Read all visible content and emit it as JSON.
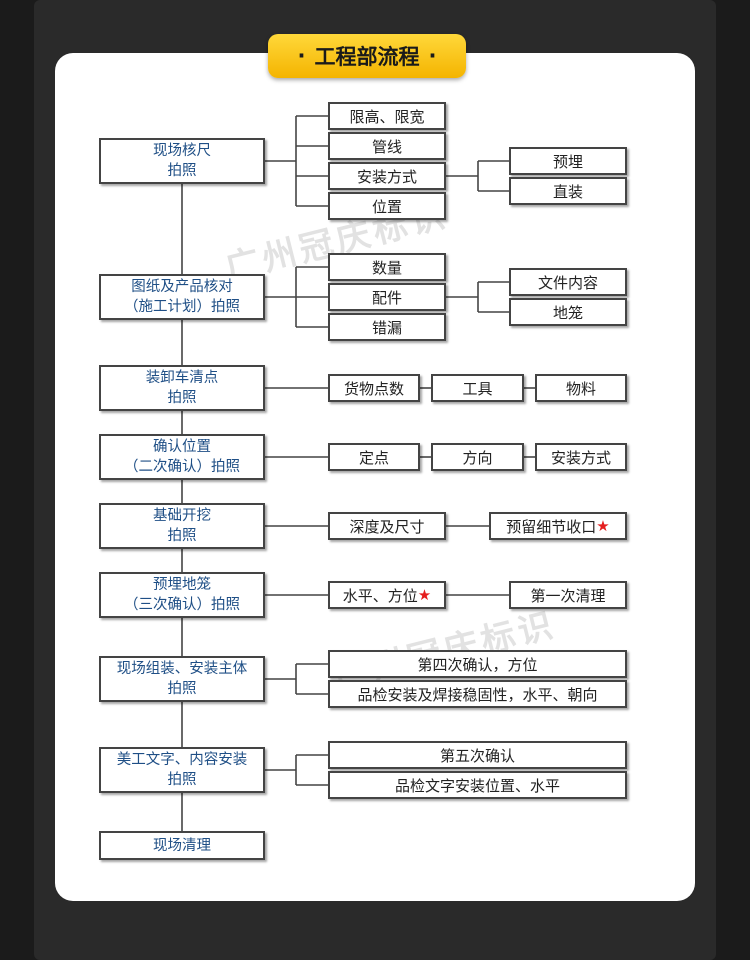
{
  "title": "工程部流程",
  "title_dots": [
    "·",
    "·"
  ],
  "watermark": "广州冠庆标识",
  "accent_color": "#f8c300",
  "main_text_color": "#1f4f86",
  "star_color": "#e51e1e",
  "steps": [
    {
      "line1": "现场核尺",
      "line2": "拍照"
    },
    {
      "line1": "图纸及产品核对",
      "line2": "（施工计划）拍照"
    },
    {
      "line1": "装卸车清点",
      "line2": "拍照"
    },
    {
      "line1": "确认位置",
      "line2": "（二次确认）拍照"
    },
    {
      "line1": "基础开挖",
      "line2": "拍照"
    },
    {
      "line1": "预埋地笼",
      "line2": "（三次确认）拍照"
    },
    {
      "line1": "现场组装、安装主体",
      "line2": "拍照"
    },
    {
      "line1": "美工文字、内容安装",
      "line2": "拍照"
    },
    {
      "line1": "现场清理",
      "line2": ""
    }
  ],
  "details": {
    "s1": [
      "限高、限宽",
      "管线",
      "安装方式",
      "位置"
    ],
    "s1_install": [
      "预埋",
      "直装"
    ],
    "s2": [
      "数量",
      "配件",
      "错漏"
    ],
    "s2_parts": [
      "文件内容",
      "地笼"
    ],
    "s3": [
      "货物点数",
      "工具",
      "物料"
    ],
    "s4": [
      "定点",
      "方向",
      "安装方式"
    ],
    "s5": [
      "深度及尺寸",
      "预留细节收口"
    ],
    "s6": [
      "水平、方位",
      "第一次清理"
    ],
    "s7": [
      "第四次确认，方位",
      "品检安装及焊接稳固性，水平、朝向"
    ],
    "s8": [
      "第五次确认",
      "品检文字安装位置、水平"
    ]
  },
  "star_symbol": "★"
}
